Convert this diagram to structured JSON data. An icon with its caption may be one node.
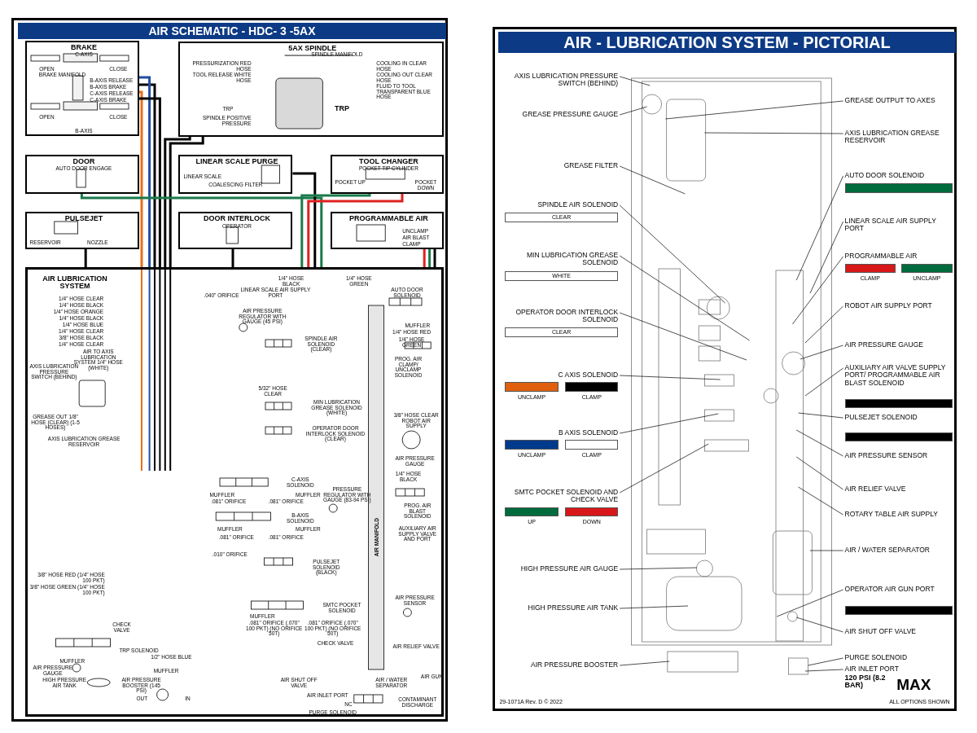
{
  "diagram": {
    "nodes": [
      {
        "text": [
          "AIR SCHEMATIC - HDC- 3 -5AX"
        ]
      },
      {
        "text": [
          "BRAKE",
          "C-AXIS",
          "OPEN",
          "CLOSE",
          "BRAKE MANIFOLD",
          "B-AXIS RELEASE",
          "B-AXIS BRAKE",
          "C-AXIS RELEASE",
          "C-AXIS BRAKE",
          "OPEN",
          "CLOSE",
          "B-AXIS"
        ],
        "in": 0
      },
      {
        "text": [
          "5AX SPINDLE",
          "SPINDLE MANIFOLD",
          "PRESSURIZATION RED HOSE",
          "TOOL RELEASE WHITE HOSE",
          "COOLING IN CLEAR HOSE",
          "COOLING OUT CLEAR HOSE",
          "FLUID TO TOOL TRANSPARENT BLUE HOSE",
          "TRP",
          "TRP",
          "SPINDLE POSITIVE PRESSURE"
        ],
        "in": 0
      },
      {
        "text": [
          "DOOR",
          "AUTO DOOR ENGAGE"
        ],
        "in": 0
      },
      {
        "text": [
          "LINEAR SCALE PURGE",
          "LINEAR SCALE",
          "COALESCING FILTER"
        ],
        "in": 0
      },
      {
        "text": [
          "TOOL CHANGER",
          "POCKET TIP CYLINDER",
          "POCKET UP",
          "POCKET DOWN"
        ],
        "in": 0
      },
      {
        "text": [
          "PULSEJET",
          "RESERVOIR",
          "NOZZLE"
        ],
        "in": 0
      },
      {
        "text": [
          "DOOR INTERLOCK",
          "OPERATOR"
        ],
        "in": 0
      },
      {
        "text": [
          "PROGRAMMABLE AIR",
          "UNCLAMP",
          "AIR BLAST",
          "CLAMP"
        ],
        "in": 0
      },
      {
        "text": [
          "AIR LUBRICATION SYSTEM",
          "1/4\" HOSE CLEAR",
          "1/4\" HOSE BLACK",
          "1/4\" HOSE ORANGE",
          "1/4\" HOSE BLACK",
          "1/4\" HOSE BLUE",
          "1/4\" HOSE CLEAR",
          "3/8\" HOSE BLACK",
          "1/4\" HOSE CLEAR",
          ".040\" ORIFICE",
          "1/4\" HOSE BLACK",
          "1/4\" HOSE GREEN",
          "LINEAR SCALE AIR SUPPLY PORT",
          "AUTO DOOR SOLENOID",
          "MUFFLER",
          "1/4\" HOSE RED",
          "1/4\" HOSE GREEN",
          "PROG. AIR CLAMP/ UNCLAMP SOLENOID",
          "AIR PRESSURE REGULATOR WITH GAUGE (45 PSI)",
          "SPINDLE AIR SOLENOID (CLEAR)",
          "AIR TO AXIS LUBRICATION SYSTEM 1/4\" HOSE (WHITE)",
          "AXIS LUBRICATION PRESSURE SWITCH (BEHIND)",
          "GREASE OUT 1/8\" HOSE (CLEAR) (1-5 HOSES)",
          "AXIS LUBRICATION GREASE RESERVOIR",
          "5/32\" HOSE CLEAR",
          "MIN LUBRICATION GREASE SOLENOID (WHITE)",
          "3/8\" HOSE CLEAR ROBOT AIR SUPPLY",
          "OPERATOR DOOR INTERLOCK SOLENOID (CLEAR)",
          "AIR PRESSURE GAUGE",
          "1/4\" HOSE BLACK",
          "C-AXIS SOLENOID",
          "MUFFLER",
          "MUFFLER",
          ".081\" ORIFICE",
          ".081\" ORIFICE",
          "PRESSURE REGULATOR WITH GAUGE (83-94 PSI)",
          "PROG. AIR BLAST SOLENOID",
          "B-AXIS SOLENOID",
          "MUFFLER",
          "MUFFLER",
          ".081\" ORIFICE",
          ".081\" ORIFICE",
          "AUXILIARY AIR SUPPLY VALVE AND PORT",
          "AIR MANIFOLD",
          ".010\" ORIFICE",
          "PULSEJET SOLENOID (BLACK)",
          "3/8\" HOSE RED (1/4\" HOSE 100 PKT)",
          "3/8\" HOSE GREEN (1/4\" HOSE 100 PKT)",
          "AIR PRESSURE SENSOR",
          "SMTC POCKET SOLENOID",
          "MUFFLER",
          "CHECK VALVE",
          ".081\" ORIFICE (.070\" 100 PKT) (NO ORIFICE 50T)",
          ".081\" ORIFICE (.070\" 100 PKT) (NO ORIFICE 50T)",
          "CHECK VALVE",
          "AIR RELIEF VALVE",
          "TRP SOLENOID",
          "MUFFLER",
          "1/2\" HOSE BLUE",
          "AIR PRESSURE GAUGE",
          "HIGH PRESSURE AIR TANK",
          "MUFFLER",
          "AIR PRESSURE BOOSTER (145 PSI)",
          "OUT",
          "IN",
          "AIR SHUT OFF VALVE",
          "AIR / WATER SEPARATOR",
          "AIR GUN",
          "AIR INLET PORT",
          "NC",
          "CONTAMINANT DISCHARGE",
          "PURGE SOLENOID"
        ],
        "in": 0
      },
      {
        "text": [
          "AIR - LUBRICATION SYSTEM - PICTORIAL"
        ]
      },
      {
        "text": [
          "AXIS LUBRICATION PRESSURE SWITCH (BEHIND)"
        ],
        "in": 10
      },
      {
        "text": [
          "GREASE PRESSURE GAUGE"
        ],
        "in": 10
      },
      {
        "text": [
          "GREASE FILTER"
        ],
        "in": 10
      },
      {
        "text": [
          "SPINDLE AIR SOLENOID"
        ],
        "in": 10
      },
      {
        "text": [
          "CLEAR"
        ],
        "in": 10
      },
      {
        "text": [
          "MIN LUBRICATION GREASE SOLENOID"
        ],
        "in": 10
      },
      {
        "text": [
          "WHITE"
        ],
        "in": 10
      },
      {
        "text": [
          "OPERATOR DOOR INTERLOCK SOLENOID"
        ],
        "in": 10
      },
      {
        "text": [
          "CLEAR"
        ],
        "in": 10
      },
      {
        "text": [
          "C AXIS SOLENOID"
        ],
        "in": 10
      },
      {
        "text": [],
        "shape": "bar",
        "beside": [
          "UNCLAMP"
        ],
        "in": 10
      },
      {
        "text": [],
        "shape": "bar",
        "beside": [
          "CLAMP"
        ],
        "in": 10
      },
      {
        "text": [
          "B AXIS SOLENOID"
        ],
        "in": 10
      },
      {
        "text": [],
        "shape": "bar",
        "beside": [
          "UNCLAMP"
        ],
        "in": 10
      },
      {
        "text": [],
        "shape": "bar",
        "beside": [
          "CLAMP"
        ],
        "in": 10
      },
      {
        "text": [
          "SMTC POCKET SOLENOID AND CHECK VALVE"
        ],
        "in": 10
      },
      {
        "text": [],
        "shape": "bar",
        "beside": [
          "UP"
        ],
        "in": 10
      },
      {
        "text": [],
        "shape": "bar",
        "beside": [
          "DOWN"
        ],
        "in": 10
      },
      {
        "text": [
          "HIGH PRESSURE AIR GAUGE"
        ],
        "in": 10
      },
      {
        "text": [
          "HIGH PRESSURE AIR TANK"
        ],
        "in": 10
      },
      {
        "text": [
          "AIR PRESSURE BOOSTER"
        ],
        "in": 10
      },
      {
        "text": [
          "GREASE OUTPUT TO AXES"
        ],
        "in": 10
      },
      {
        "text": [
          "AXIS LUBRICATION GREASE RESERVOIR"
        ],
        "in": 10
      },
      {
        "text": [
          "AUTO DOOR SOLENOID"
        ],
        "in": 10
      },
      {
        "text": [],
        "shape": "bar",
        "in": 10
      },
      {
        "text": [
          "LINEAR SCALE AIR SUPPLY PORT"
        ],
        "in": 10
      },
      {
        "text": [
          "PROGRAMMABLE AIR"
        ],
        "in": 10
      },
      {
        "text": [],
        "shape": "bar",
        "beside": [
          "CLAMP"
        ],
        "in": 10
      },
      {
        "text": [],
        "shape": "bar",
        "beside": [
          "UNCLAMP"
        ],
        "in": 10
      },
      {
        "text": [
          "ROBOT AIR SUPPLY PORT"
        ],
        "in": 10
      },
      {
        "text": [
          "AIR PRESSURE GAUGE"
        ],
        "in": 10
      },
      {
        "text": [
          "AUXILIARY AIR VALVE SUPPLY PORT/ PROGRAMMABLE AIR BLAST SOLENOID"
        ],
        "in": 10
      },
      {
        "text": [],
        "shape": "bar",
        "in": 10
      },
      {
        "text": [
          "PULSEJET SOLENOID"
        ],
        "in": 10
      },
      {
        "text": [],
        "shape": "bar",
        "in": 10
      },
      {
        "text": [
          "AIR PRESSURE SENSOR"
        ],
        "in": 10
      },
      {
        "text": [
          "AIR RELIEF VALVE"
        ],
        "in": 10
      },
      {
        "text": [
          "ROTARY TABLE AIR SUPPLY"
        ],
        "in": 10
      },
      {
        "text": [
          "AIR / WATER SEPARATOR"
        ],
        "in": 10
      },
      {
        "text": [
          "OPERATOR AIR GUN PORT"
        ],
        "in": 10
      },
      {
        "text": [],
        "shape": "bar",
        "in": 10
      },
      {
        "text": [
          "AIR SHUT OFF VALVE"
        ],
        "in": 10
      },
      {
        "text": [
          "PURGE SOLENOID"
        ],
        "in": 10
      },
      {
        "text": [
          "AIR INLET PORT",
          "120 PSI (8.2 BAR)",
          "MAX"
        ],
        "in": 10
      }
    ],
    "edges": [
      {
        "from": 1,
        "to": 9,
        "arrow": "none",
        "style": "thick",
        "color": "#e8701a"
      },
      {
        "from": 1,
        "to": 9,
        "arrow": "none",
        "style": "thick"
      },
      {
        "from": 1,
        "to": 9,
        "arrow": "none",
        "style": "thick",
        "color": "#1f4fa0"
      },
      {
        "from": 1,
        "to": 9,
        "arrow": "none",
        "style": "thick"
      },
      {
        "from": 2,
        "to": 9,
        "arrow": "none",
        "style": "thick"
      },
      {
        "from": 2,
        "to": 9,
        "arrow": "none",
        "style": "thick"
      },
      {
        "from": 3,
        "to": 9,
        "arrow": "none",
        "style": "thick",
        "color": "#1a7a4a"
      },
      {
        "from": 4,
        "to": 9,
        "arrow": "none",
        "style": "thick"
      },
      {
        "from": 5,
        "to": 9,
        "arrow": "none",
        "style": "thick",
        "color": "#1a7a4a"
      },
      {
        "from": 5,
        "to": 9,
        "arrow": "none",
        "style": "thick",
        "color": "#e02020"
      },
      {
        "from": 6,
        "to": 9,
        "arrow": "none",
        "style": "thick"
      },
      {
        "from": 7,
        "to": 9,
        "arrow": "none",
        "style": "thick"
      },
      {
        "from": 8,
        "to": 9,
        "arrow": "none",
        "style": "thick",
        "color": "#e02020"
      },
      {
        "from": 8,
        "to": 9,
        "arrow": "none",
        "style": "thick",
        "color": "#1a7a4a"
      },
      {
        "from": 8,
        "to": 9,
        "arrow": "none",
        "style": "thick"
      },
      {
        "from": 11,
        "to": null,
        "arrow": "none"
      },
      {
        "from": 12,
        "to": null,
        "arrow": "none"
      },
      {
        "from": 13,
        "to": null,
        "arrow": "none"
      },
      {
        "from": 14,
        "to": null,
        "arrow": "none"
      },
      {
        "from": 16,
        "to": null,
        "arrow": "none"
      },
      {
        "from": 18,
        "to": null,
        "arrow": "none"
      },
      {
        "from": 20,
        "to": null,
        "arrow": "none"
      },
      {
        "from": 23,
        "to": null,
        "arrow": "none"
      },
      {
        "from": 26,
        "to": null,
        "arrow": "none"
      },
      {
        "from": 29,
        "to": null,
        "arrow": "none"
      },
      {
        "from": 30,
        "to": null,
        "arrow": "none"
      },
      {
        "from": 31,
        "to": null,
        "arrow": "none"
      },
      {
        "from": 32,
        "to": null,
        "arrow": "none"
      },
      {
        "from": 33,
        "to": null,
        "arrow": "none"
      },
      {
        "from": 34,
        "to": null,
        "arrow": "none"
      },
      {
        "from": 36,
        "to": null,
        "arrow": "none"
      },
      {
        "from": 37,
        "to": null,
        "arrow": "none"
      },
      {
        "from": 40,
        "to": null,
        "arrow": "none"
      },
      {
        "from": 41,
        "to": null,
        "arrow": "none"
      },
      {
        "from": 42,
        "to": null,
        "arrow": "none"
      },
      {
        "from": 44,
        "to": null,
        "arrow": "none"
      },
      {
        "from": 46,
        "to": null,
        "arrow": "none"
      },
      {
        "from": 47,
        "to": null,
        "arrow": "none"
      },
      {
        "from": 48,
        "to": null,
        "arrow": "none"
      },
      {
        "from": 49,
        "to": null,
        "arrow": "none"
      },
      {
        "from": 50,
        "to": null,
        "arrow": "none"
      },
      {
        "from": 52,
        "to": null,
        "arrow": "none"
      },
      {
        "from": 53,
        "to": null,
        "arrow": "none"
      },
      {
        "from": 54,
        "to": null,
        "arrow": "none"
      }
    ],
    "labels": [
      "29-1071A Rev. D © 2022",
      "ALL OPTIONS SHOWN"
    ]
  }
}
